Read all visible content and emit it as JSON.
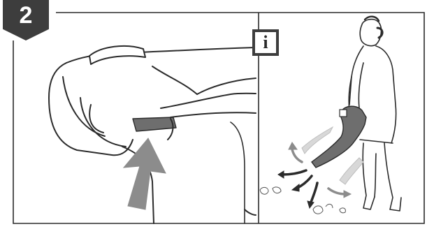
{
  "step": {
    "number": "2"
  },
  "info": {
    "symbol": "i"
  },
  "icons": {
    "step_badge": "step-number-badge",
    "info_badge": "info-icon",
    "push_arrow": "up-arrow-icon",
    "handle": "blower-handle-illustration",
    "operator": "operator-with-ear-protection",
    "swing_arrows": "swing-direction-arrows",
    "leaves": "leaves-icon"
  },
  "colors": {
    "badge": "#3d3d3d",
    "line": "#2b2b2b",
    "arrow": "#8c8c8c",
    "blower": "#6e6e6e"
  }
}
